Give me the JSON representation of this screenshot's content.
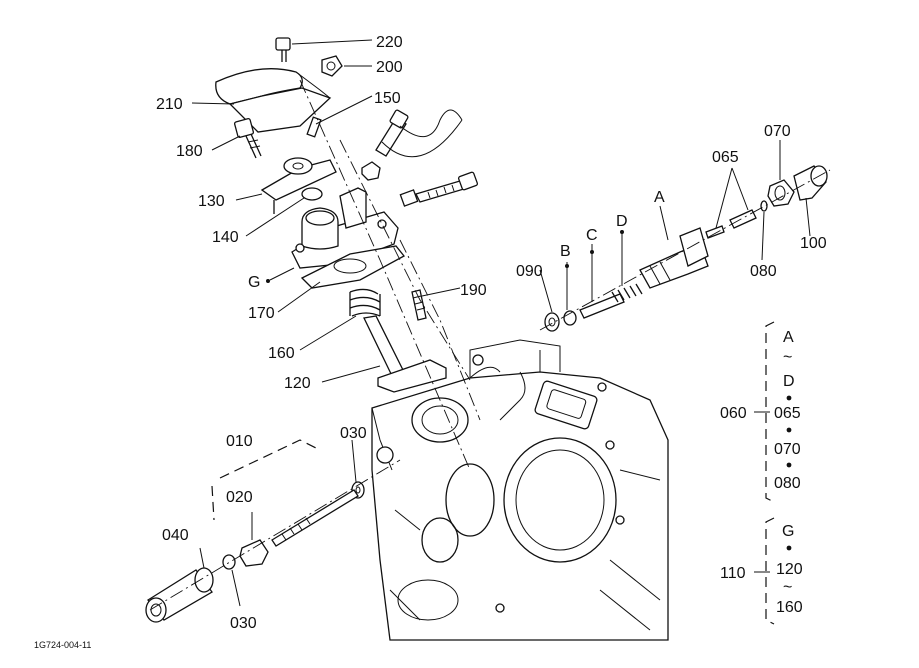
{
  "figure_code": "1G724-004-11",
  "callouts": {
    "220": "220",
    "200": "200",
    "210": "210",
    "150": "150",
    "180": "180",
    "130": "130",
    "140": "140",
    "G": "G",
    "170": "170",
    "190": "190",
    "160": "160",
    "120": "120",
    "010": "010",
    "030a": "030",
    "020": "020",
    "040": "040",
    "030b": "030",
    "070": "070",
    "065": "065",
    "A": "A",
    "D": "D",
    "C": "C",
    "B": "B",
    "090": "090",
    "080": "080",
    "100": "100"
  },
  "groups": [
    {
      "id": "060",
      "label": "060",
      "items": [
        "A",
        "~",
        "D",
        "065",
        "070",
        "080"
      ]
    },
    {
      "id": "110",
      "label": "110",
      "items": [
        "G",
        "120",
        "~",
        "160"
      ]
    }
  ]
}
